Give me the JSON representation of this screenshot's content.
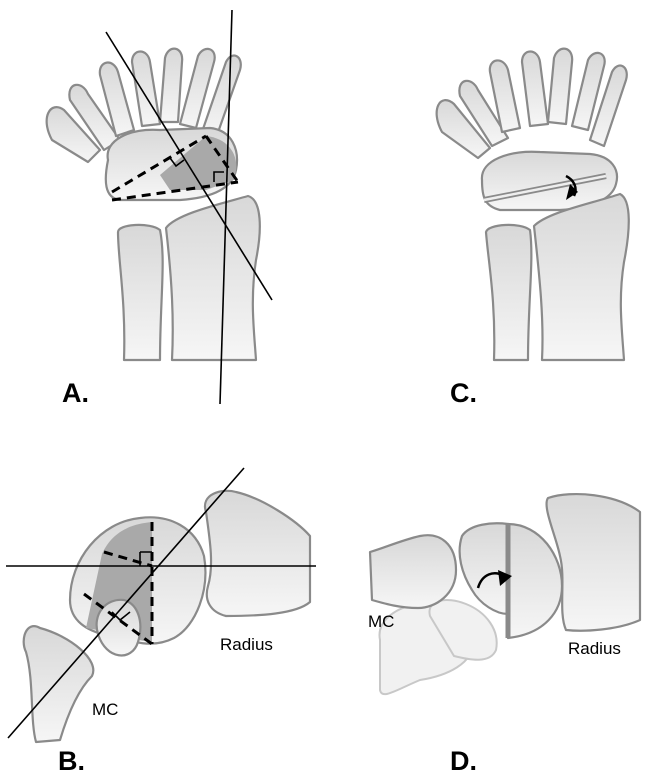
{
  "panels": {
    "a": {
      "label": "A."
    },
    "b": {
      "label": "B.",
      "radius_label": "Radius",
      "mc_label": "MC"
    },
    "c": {
      "label": "C."
    },
    "d": {
      "label": "D.",
      "radius_label": "Radius",
      "mc_label": "MC"
    }
  },
  "colors": {
    "bone_fill": "#e2e2e2",
    "bone_outline": "#8a8a8a",
    "shaded_region": "#a9a9a9",
    "lines": "#000000"
  }
}
